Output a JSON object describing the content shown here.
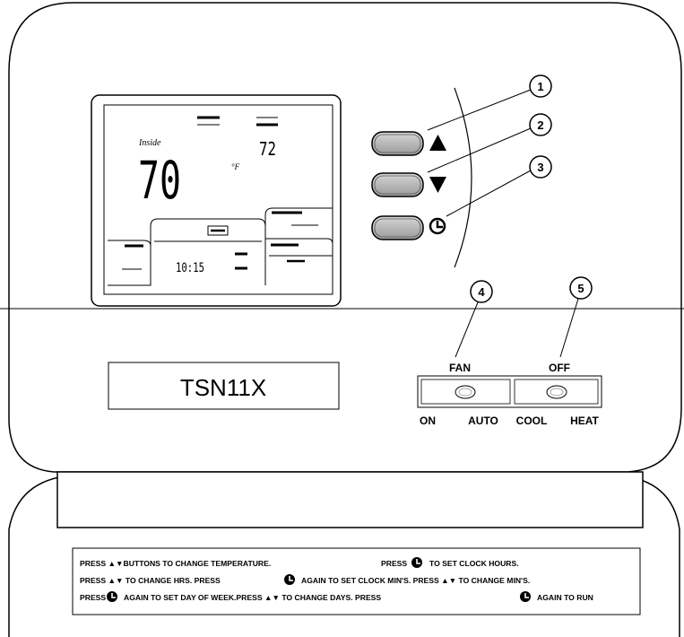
{
  "display": {
    "inside_label": "Inside",
    "inside_temp": "70",
    "set_temp": "72",
    "unit": "°F",
    "time": "10:15"
  },
  "callouts": [
    "1",
    "2",
    "3",
    "4",
    "5"
  ],
  "buttons": {
    "up_icon": "triangle-up-icon",
    "down_icon": "triangle-down-icon",
    "clock_icon": "clock-icon"
  },
  "model": {
    "name": "TSN11X"
  },
  "switches": {
    "fan": {
      "label": "FAN",
      "left": "ON",
      "right": "AUTO"
    },
    "system": {
      "label": "OFF",
      "left": "COOL",
      "right": "HEAT"
    }
  },
  "instructions": {
    "line1a": "PRESS ▲▼BUTTONS TO CHANGE TEMPERATURE.",
    "line1b": "PRESS",
    "line1c": "TO SET CLOCK HOURS.",
    "line2a": "PRESS ▲▼ TO CHANGE HRS. PRESS",
    "line2b": "AGAIN TO SET CLOCK MIN'S. PRESS ▲▼ TO CHANGE MIN'S.",
    "line3a": "PRESS",
    "line3b": "AGAIN TO SET DAY OF WEEK.PRESS ▲▼ TO CHANGE DAYS. PRESS",
    "line3c": "AGAIN TO  RUN"
  }
}
